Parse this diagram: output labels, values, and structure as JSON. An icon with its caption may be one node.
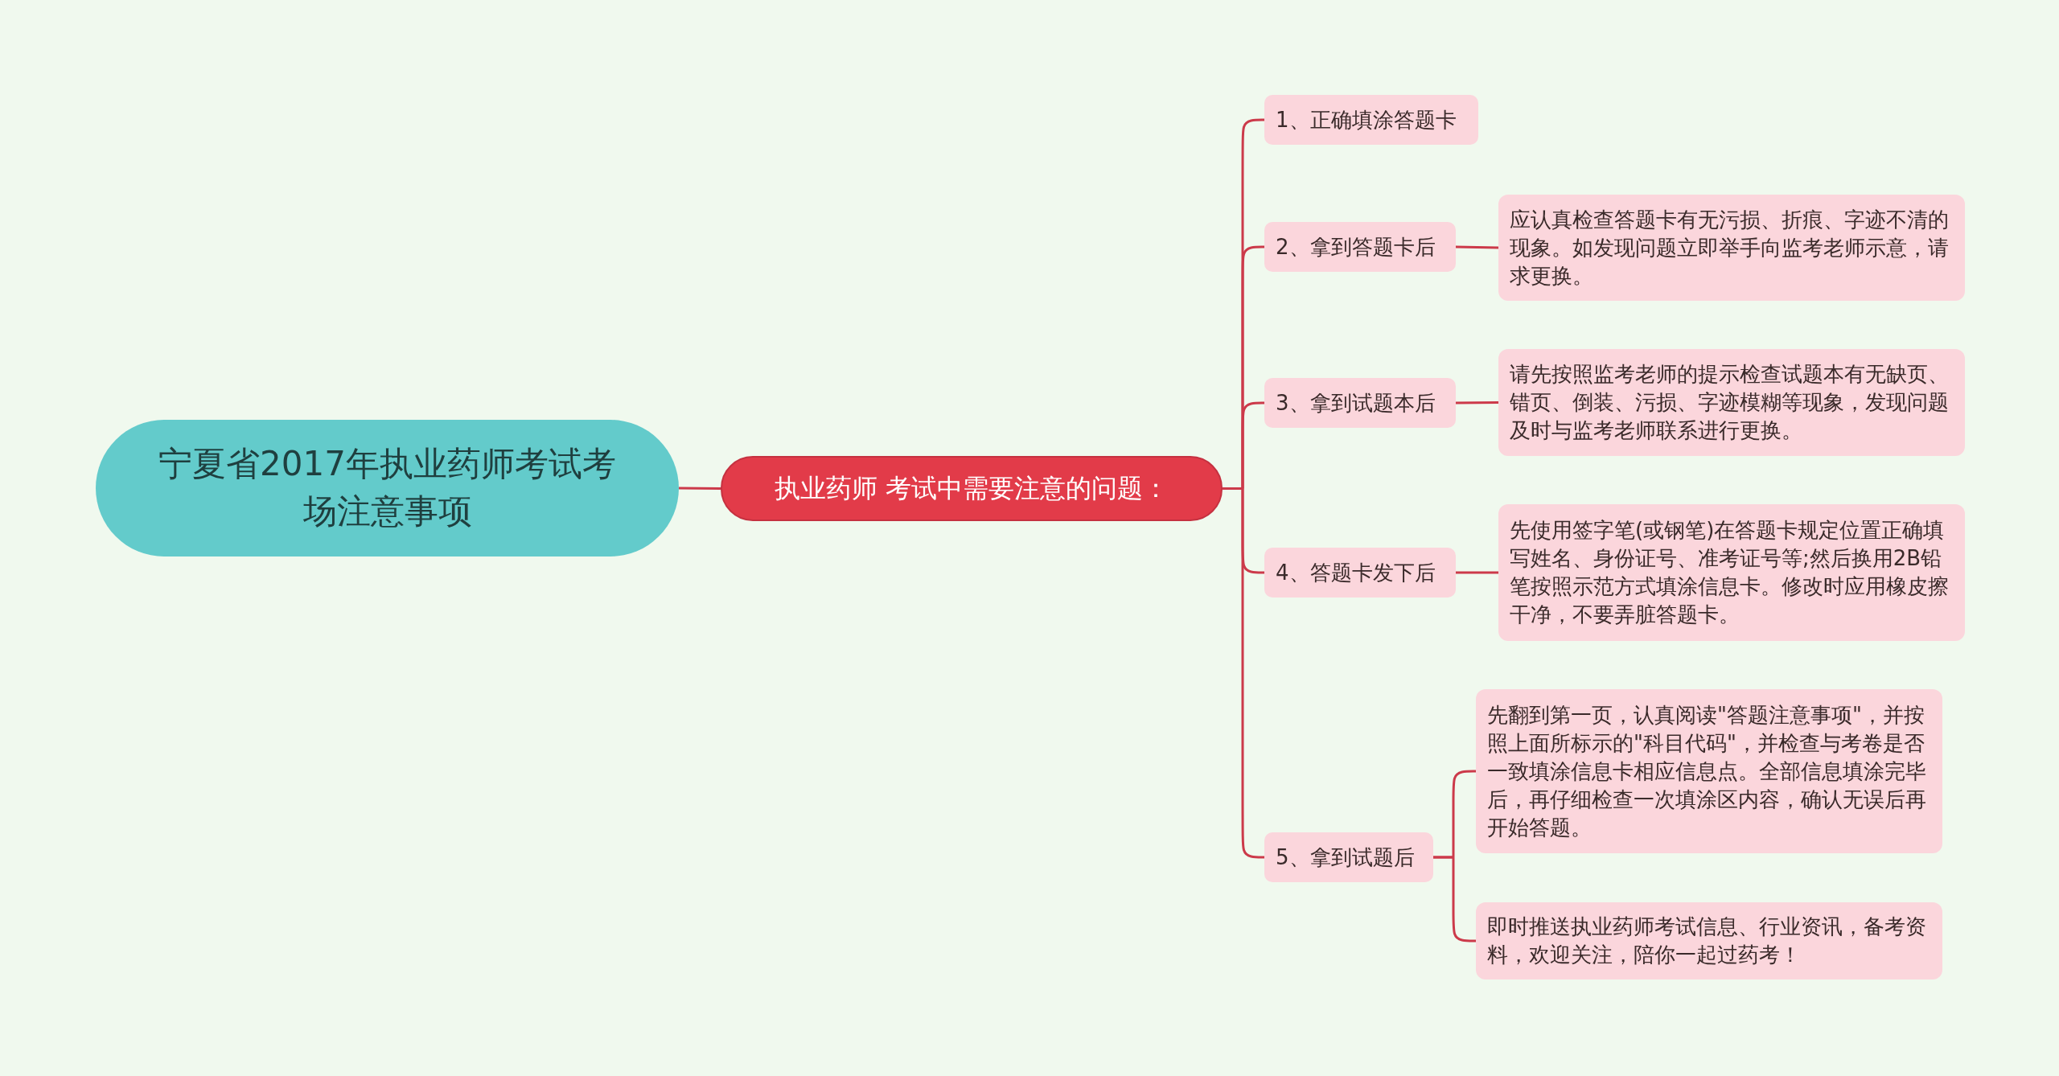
{
  "diagram": {
    "nodes": [
      {
        "text": [
          "宁夏省2017年执业药师考试考场注意事项"
        ]
      },
      {
        "text": [
          "执业药师 考试中需要注意的问题："
        ]
      },
      {
        "text": [
          "1、正确填涂答题卡"
        ]
      },
      {
        "text": [
          "2、拿到答题卡后"
        ]
      },
      {
        "text": [
          "3、拿到试题本后"
        ]
      },
      {
        "text": [
          "4、答题卡发下后"
        ]
      },
      {
        "text": [
          "5、拿到试题后"
        ]
      },
      {
        "text": [
          "应认真检查答题卡有无污损、折痕、字迹不清的现象。如发现问题立即举手向监考老师示意，请求更换。"
        ]
      },
      {
        "text": [
          "请先按照监考老师的提示检查试题本有无缺页、错页、倒装、污损、字迹模糊等现象，发现问题及时与监考老师联系进行更换。"
        ]
      },
      {
        "text": [
          "先使用签字笔(或钢笔)在答题卡规定位置正确填写姓名、身份证号、准考证号等;然后换用2B铅笔按照示范方式填涂信息卡。修改时应用橡皮擦干净，不要弄脏答题卡。"
        ]
      },
      {
        "text": [
          "先翻到第一页，认真阅读\"答题注意事项\"，并按照上面所标示的\"科目代码\"，并检查与考卷是否一致填涂信息卡相应信息点。全部信息填涂完毕后，再仔细检查一次填涂区内容，确认无误后再开始答题。"
        ]
      },
      {
        "text": [
          "即时推送执业药师考试信息、行业资讯，备考资料，欢迎关注，陪你一起过药考！"
        ]
      }
    ],
    "edges": [
      {
        "from": 0,
        "to": 1,
        "arrow": "none"
      },
      {
        "from": 1,
        "to": 2,
        "arrow": "none"
      },
      {
        "from": 1,
        "to": 3,
        "arrow": "none"
      },
      {
        "from": 1,
        "to": 4,
        "arrow": "none"
      },
      {
        "from": 1,
        "to": 5,
        "arrow": "none"
      },
      {
        "from": 1,
        "to": 6,
        "arrow": "none"
      },
      {
        "from": 3,
        "to": 7,
        "arrow": "none"
      },
      {
        "from": 4,
        "to": 8,
        "arrow": "none"
      },
      {
        "from": 5,
        "to": 9,
        "arrow": "none"
      },
      {
        "from": 6,
        "to": 10,
        "arrow": "none"
      },
      {
        "from": 6,
        "to": 11,
        "arrow": "none"
      }
    ]
  }
}
